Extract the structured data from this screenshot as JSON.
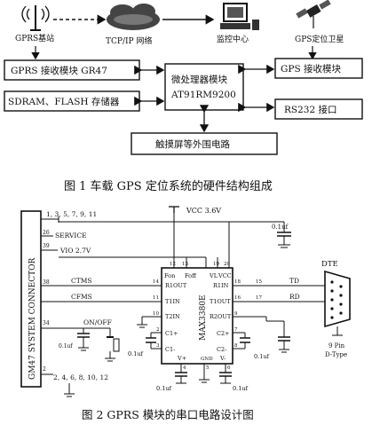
{
  "figure1": {
    "nodes": {
      "gprs_station": "GPRS基站",
      "tcpip": "TCP/IP 网络",
      "monitor": "监控中心",
      "gps_satellite": "GPS定位卫星",
      "gprs_module": "GPRS 接收模块 GR47",
      "memory": "SDRAM、FLASH 存储器",
      "mcu_line1": "微处理器模块",
      "mcu_line2": "AT91RM9200",
      "gps_module": "GPS 接收模块",
      "rs232": "RS232 接口",
      "touch": "触摸屏等外围电路"
    },
    "caption": "图 1  车载 GPS 定位系统的硬件结构组成"
  },
  "figure2": {
    "connector_label": "GM47 SYSTEM CONNECTOR",
    "vcc": "VCC 3.6V",
    "vio": "VIO  2.7V",
    "service": "SERVICE",
    "onoff": "ON/OFF",
    "pins_top": "1, 3, 5, 7, 9, 11",
    "pins_bottom": "2, 4, 6, 8, 10, 12",
    "pin_numbers": {
      "p26": "26",
      "p39": "39",
      "p38": "38",
      "p34": "34",
      "p2": "2"
    },
    "ctms": "CTMS",
    "cfms": "CFMS",
    "td": "TD",
    "rd": "RD",
    "dte": "DTE",
    "dte_pin": "9 Pin",
    "dte_type": "D-Type",
    "chip_name": "MAX3380E",
    "chip_pins": {
      "fon": "Fon",
      "foff": "Foff",
      "vl": "VL",
      "vcc": "VCC",
      "r1out": "R1OUT",
      "t1in": "T1IN",
      "t2in": "T2IN",
      "c1p": "C1+",
      "c1m": "C1-",
      "vp": "V+",
      "gnd": "GND",
      "vm": "V-",
      "c2m": "C2-",
      "c2p": "C2+",
      "r2out": "R2OUT",
      "t1out": "T1OUT",
      "r1in": "R1IN"
    },
    "chip_pin_numbers": {
      "n12": "12",
      "n13": "13",
      "n19": "19",
      "n20": "20",
      "n14": "14",
      "n11": "11",
      "n10": "10",
      "n15": "15",
      "n17": "17",
      "n18": "18",
      "n2": "2",
      "n3": "3",
      "n4": "4",
      "n5": "5",
      "n6": "6",
      "n7": "7",
      "n8": "8",
      "n9": "9",
      "n16": "16"
    },
    "caps": {
      "c_vcc": "0.1uf",
      "c_onoff": "0.1uf",
      "c_c1": "0.1uf",
      "c_vp": "0.1uf",
      "c_vm": "0.1uf",
      "c_right": "0.1uf"
    },
    "caption": "图 2 GPRS 模块的串口电路设计图"
  }
}
